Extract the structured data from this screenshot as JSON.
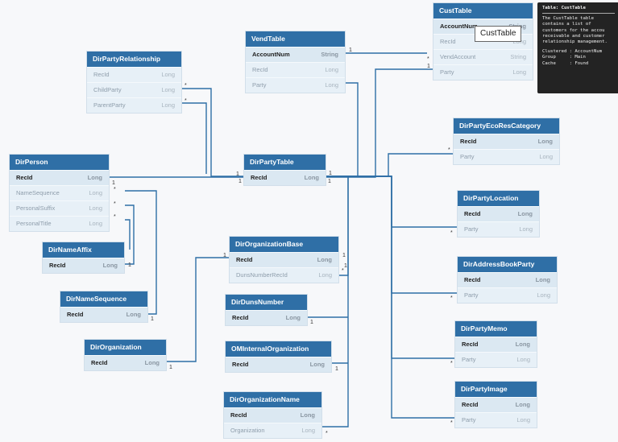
{
  "entities": [
    {
      "id": "cust",
      "name": "CustTable",
      "fields": [
        {
          "n": "AccountNum",
          "t": "String",
          "k": true
        },
        {
          "n": "RecId",
          "t": "Long"
        },
        {
          "n": "VendAccount",
          "t": "String"
        },
        {
          "n": "Party",
          "t": "Long"
        }
      ]
    },
    {
      "id": "vend",
      "name": "VendTable",
      "fields": [
        {
          "n": "AccountNum",
          "t": "String",
          "k": true
        },
        {
          "n": "RecId",
          "t": "Long"
        },
        {
          "n": "Party",
          "t": "Long"
        }
      ]
    },
    {
      "id": "dprel",
      "name": "DirPartyRelationship",
      "fields": [
        {
          "n": "RecId",
          "t": "Long"
        },
        {
          "n": "ChildParty",
          "t": "Long"
        },
        {
          "n": "ParentParty",
          "t": "Long"
        }
      ]
    },
    {
      "id": "dperson",
      "name": "DirPerson",
      "fields": [
        {
          "n": "RecId",
          "t": "Long",
          "k": true
        },
        {
          "n": "NameSequence",
          "t": "Long"
        },
        {
          "n": "PersonalSuffix",
          "t": "Long"
        },
        {
          "n": "PersonalTitle",
          "t": "Long"
        }
      ]
    },
    {
      "id": "dparty",
      "name": "DirPartyTable",
      "fields": [
        {
          "n": "RecId",
          "t": "Long",
          "k": true
        }
      ]
    },
    {
      "id": "dnaff",
      "name": "DirNameAffix",
      "fields": [
        {
          "n": "RecId",
          "t": "Long",
          "k": true
        }
      ]
    },
    {
      "id": "dnseq",
      "name": "DirNameSequence",
      "fields": [
        {
          "n": "RecId",
          "t": "Long",
          "k": true
        }
      ]
    },
    {
      "id": "dorg",
      "name": "DirOrganization",
      "fields": [
        {
          "n": "RecId",
          "t": "Long",
          "k": true
        }
      ]
    },
    {
      "id": "dorgbase",
      "name": "DirOrganizationBase",
      "fields": [
        {
          "n": "RecId",
          "t": "Long",
          "k": true
        },
        {
          "n": "DunsNumberRecId",
          "t": "Long"
        }
      ]
    },
    {
      "id": "dduns",
      "name": "DirDunsNumber",
      "fields": [
        {
          "n": "RecId",
          "t": "Long",
          "k": true
        }
      ]
    },
    {
      "id": "omint",
      "name": "OMInternalOrganization",
      "fields": [
        {
          "n": "RecId",
          "t": "Long",
          "k": true
        }
      ]
    },
    {
      "id": "dorgname",
      "name": "DirOrganizationName",
      "fields": [
        {
          "n": "RecId",
          "t": "Long",
          "k": true
        },
        {
          "n": "Organization",
          "t": "Long"
        }
      ]
    },
    {
      "id": "decores",
      "name": "DirPartyEcoResCategory",
      "fields": [
        {
          "n": "RecId",
          "t": "Long",
          "k": true
        },
        {
          "n": "Party",
          "t": "Long"
        }
      ]
    },
    {
      "id": "dploc",
      "name": "DirPartyLocation",
      "fields": [
        {
          "n": "RecId",
          "t": "Long",
          "k": true
        },
        {
          "n": "Party",
          "t": "Long"
        }
      ]
    },
    {
      "id": "dabp",
      "name": "DirAddressBookParty",
      "fields": [
        {
          "n": "RecId",
          "t": "Long",
          "k": true
        },
        {
          "n": "Party",
          "t": "Long"
        }
      ]
    },
    {
      "id": "dmemo",
      "name": "DirPartyMemo",
      "fields": [
        {
          "n": "RecId",
          "t": "Long",
          "k": true
        },
        {
          "n": "Party",
          "t": "Long"
        }
      ]
    },
    {
      "id": "dimg",
      "name": "DirPartyImage",
      "fields": [
        {
          "n": "RecId",
          "t": "Long",
          "k": true
        },
        {
          "n": "Party",
          "t": "Long"
        }
      ]
    }
  ],
  "cardinality_marks": [
    "1",
    "*"
  ],
  "hover_label": "CustTable",
  "tooltip": {
    "title": "Table: CustTable",
    "description": [
      "The CustTable table",
      "contains a list of",
      "customers for the accou",
      "receivable and customer",
      "relationship management."
    ],
    "properties": [
      "Clustered : AccountNum",
      "Group     : Main",
      "Cache     : Found"
    ]
  },
  "colors": {
    "header": "#2f6fa6",
    "body": "#e7f0f7",
    "key_row": "#dbe8f2",
    "line": "#2f6fa6",
    "tooltip_bg": "#232323"
  }
}
